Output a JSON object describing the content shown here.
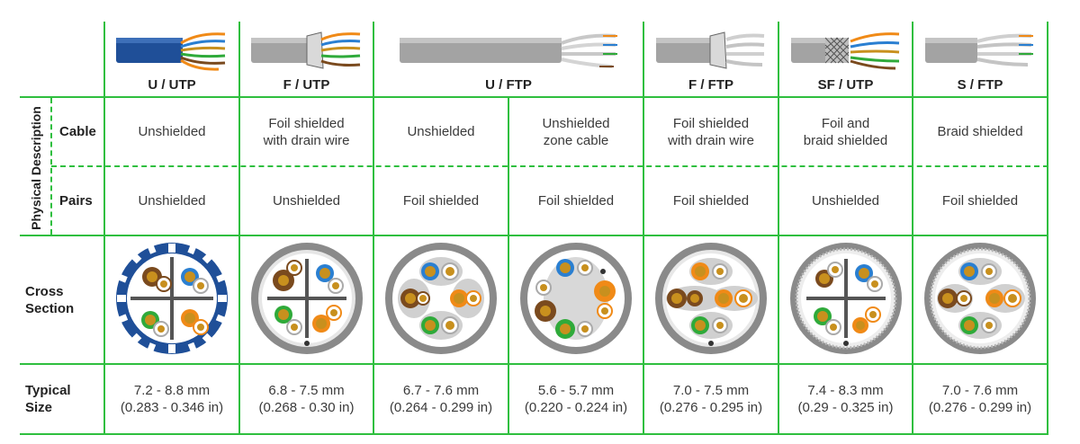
{
  "header": {
    "columns": [
      {
        "key": "utp",
        "label": "U / UTP"
      },
      {
        "key": "futp",
        "label": "F / UTP"
      },
      {
        "key": "uftp",
        "label": "U / FTP"
      },
      {
        "key": "fftp",
        "label": "F / FTP"
      },
      {
        "key": "sfutp",
        "label": "SF / UTP"
      },
      {
        "key": "sftp",
        "label": "S / FTP"
      }
    ]
  },
  "rows": {
    "physical_description": "Physical Description",
    "cable": {
      "label": "Cable",
      "values": [
        "Unshielded",
        "Foil shielded\nwith drain wire",
        "Unshielded",
        "Unshielded\nzone cable",
        "Foil shielded\nwith drain wire",
        "Foil and\nbraid shielded",
        "Braid shielded"
      ]
    },
    "pairs": {
      "label": "Pairs",
      "values": [
        "Unshielded",
        "Unshielded",
        "Foil shielded",
        "Foil shielded",
        "Foil shielded",
        "Unshielded",
        "Foil shielded"
      ]
    },
    "cross_section": {
      "label": "Cross\nSection"
    },
    "typical_size": {
      "label": "Typical\nSize",
      "values": [
        "7.2 - 8.8 mm\n(0.283 - 0.346 in)",
        "6.8 - 7.5 mm\n(0.268 - 0.30 in)",
        "6.7 - 7.6 mm\n(0.264 - 0.299 in)",
        "5.6 - 5.7 mm\n(0.220 - 0.224 in)",
        "7.0 - 7.5 mm\n(0.276 - 0.295 in)",
        "7.4 - 8.3 mm\n(0.29 - 0.325 in)",
        "7.0 - 7.6 mm\n(0.276 - 0.299 in)"
      ]
    }
  },
  "colors": {
    "grid": "#2fbf3f",
    "jacket_blue": "#1f4f98",
    "jacket_gray": "#9a9a9a",
    "wire_blue": "#2a7fd1",
    "wire_orange": "#f08a17",
    "wire_green": "#2faa3a",
    "wire_brown": "#7a4a1e",
    "copper": "#c8901e"
  }
}
